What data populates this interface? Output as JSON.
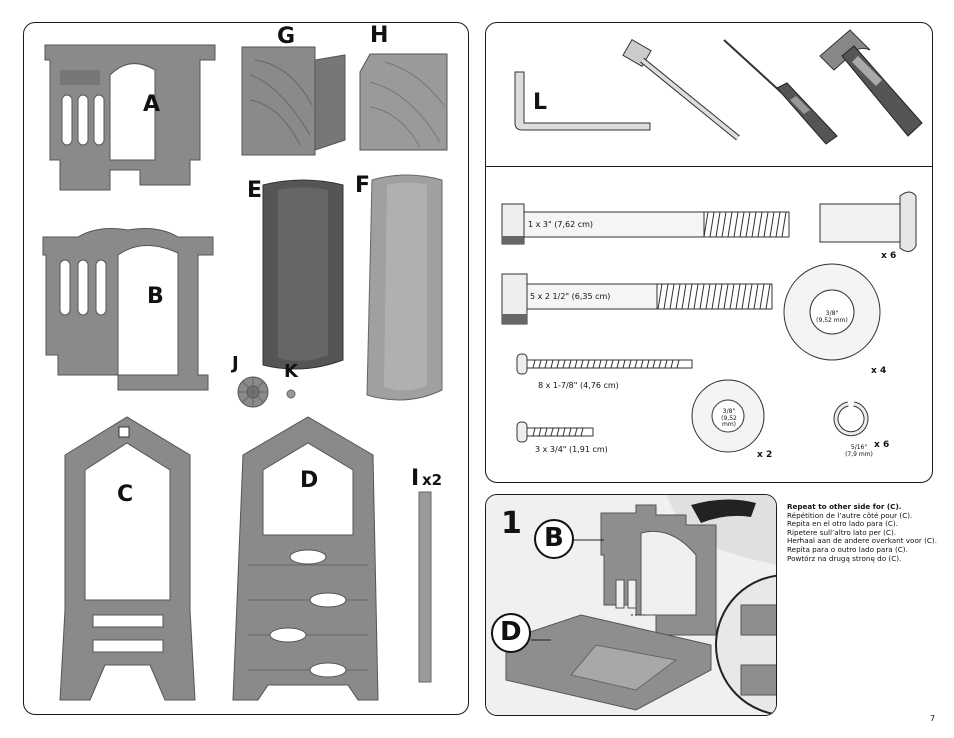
{
  "parts": {
    "A": "A",
    "B": "B",
    "C": "C",
    "D": "D",
    "E": "E",
    "F": "F",
    "G": "G",
    "H": "H",
    "I": "I",
    "I_qty": "x2",
    "J": "J",
    "K": "K"
  },
  "tools": {
    "L": "L"
  },
  "hardware": {
    "bolt_long": "1 x 3\" (7,62 cm)",
    "bolt_short": "5 x 2 1/2\" (6,35 cm)",
    "screw_long": "8 x 1-7/8\" (4,76 cm)",
    "screw_short": "3 x 3/4\" (1,91 cm)",
    "barrel_nut_qty": "x 6",
    "cap_large_size": "3/8\"",
    "cap_large_mm": "(9,52 mm)",
    "cap_large_qty": "x 4",
    "cap_small_size": "3/8\"",
    "cap_small_mm": "(9,52 mm)",
    "cap_small_qty": "x 2",
    "ring_size": "5/16\"",
    "ring_mm": "(7,9 mm)",
    "ring_qty": "x 6"
  },
  "step": {
    "number": "1",
    "label_B": "B",
    "label_D": "D",
    "instructions_bold": "Repeat to other side for (C).",
    "instructions": [
      "Répétition de l’autre côté pour (C).",
      "Repita en el otro lado para (C).",
      "Ripetere sull’altro lato per (C).",
      "Herhaal aan de andere overkant voor (C).",
      "Repita para o outro lado para (C).",
      "Powtórz na drugą stronę do (C)."
    ]
  },
  "page_number": "7",
  "colors": {
    "part_gray": "#8a8a8a",
    "part_dark": "#6e6e6e",
    "part_light": "#a9a9a9",
    "border": "#1a1a1a"
  }
}
